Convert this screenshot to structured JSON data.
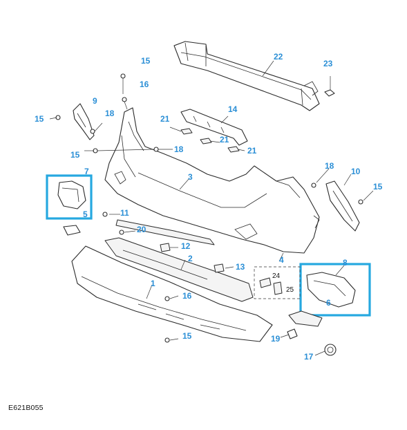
{
  "figure": {
    "reference_code": "E621B055",
    "callout_color": "#2b8fd6",
    "highlight_color": "#26a8e0",
    "callouts": {
      "c1": "1",
      "c2": "2",
      "c3": "3",
      "c4": "4",
      "c5": "5",
      "c6": "6",
      "c7": "7",
      "c8": "8",
      "c9": "9",
      "c10": "10",
      "c11": "11",
      "c12": "12",
      "c13": "13",
      "c14": "14",
      "c15a": "15",
      "c15b": "15",
      "c15c": "15",
      "c15d": "15",
      "c15e": "15",
      "c16a": "16",
      "c16b": "16",
      "c17": "17",
      "c18a": "18",
      "c18b": "18",
      "c18c": "18",
      "c19": "19",
      "c20": "20",
      "c21a": "21",
      "c21b": "21",
      "c21c": "21",
      "c22": "22",
      "c23": "23",
      "c24": "24",
      "c25": "25"
    }
  }
}
